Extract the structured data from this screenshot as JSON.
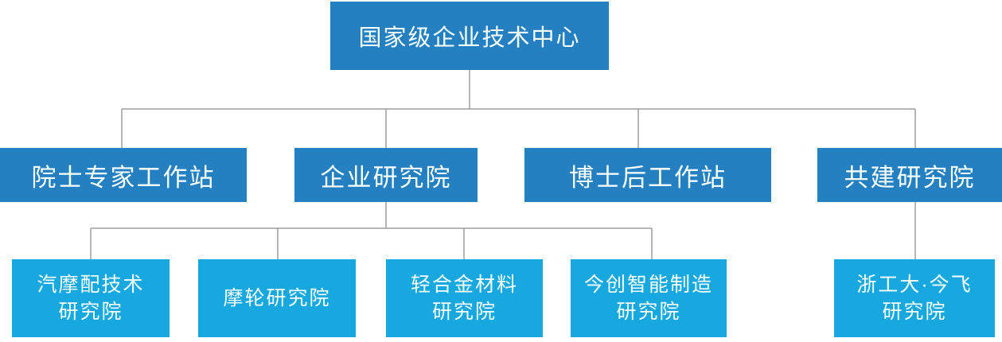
{
  "colors": {
    "primary_blue": "#2480c0",
    "light_blue": "#17a8e0",
    "line_gray": "#9e9e9e",
    "text_white": "#ffffff",
    "background": "#ffffff"
  },
  "org_chart": {
    "root": {
      "label": "国家级企业技术中心"
    },
    "level2": [
      {
        "label": "院士专家工作站"
      },
      {
        "label": "企业研究院"
      },
      {
        "label": "博士后工作站"
      },
      {
        "label": "共建研究院"
      }
    ],
    "level3": [
      {
        "lines": [
          "汽摩配技术",
          "研究院"
        ]
      },
      {
        "lines": [
          "摩轮研究院"
        ]
      },
      {
        "lines": [
          "轻合金材料",
          "研究院"
        ]
      },
      {
        "lines": [
          "今创智能制造",
          "研究院"
        ]
      },
      {
        "lines": [
          "浙工大·今飞",
          "研究院"
        ]
      }
    ]
  }
}
